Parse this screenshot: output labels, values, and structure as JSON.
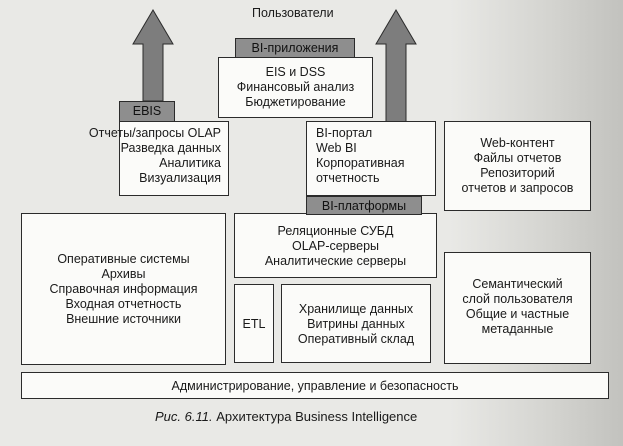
{
  "top_label": "Пользователи",
  "apps": {
    "tag": "BI-приложения",
    "lines": [
      "EIS и DSS",
      "Финансовый анализ",
      "Бюджетирование"
    ]
  },
  "ebis": {
    "tag": "EBIS",
    "lines": [
      "Отчеты/запросы OLAP",
      "Разведка данных",
      "Аналитика",
      "Визуализация"
    ]
  },
  "portal": {
    "lines": [
      "BI-портал",
      "Web BI",
      "Корпоративная",
      "отчетность"
    ]
  },
  "web_content": {
    "lines": [
      "Web-контент",
      "Файлы отчетов",
      "Репозиторий",
      "отчетов и запросов"
    ]
  },
  "platforms": {
    "tag": "BI-платформы",
    "lines": [
      "Реляционные СУБД",
      "OLAP-серверы",
      "Аналитические серверы"
    ]
  },
  "sources": {
    "lines": [
      "Оперативные системы",
      "Архивы",
      "Справочная информация",
      "Входная отчетность",
      "Внешние источники"
    ]
  },
  "etl": {
    "label": "ETL"
  },
  "storage": {
    "lines": [
      "Хранилище данных",
      "Витрины данных",
      "Оперативный склад"
    ]
  },
  "semantic": {
    "lines": [
      "Семантический",
      "слой пользователя",
      "Общие и частные",
      "метаданные"
    ]
  },
  "admin": {
    "label": "Администрирование, управление и безопасность"
  },
  "caption": {
    "figure": "Рис. 6.11.",
    "title": "Архитектура Business Intelligence"
  },
  "colors": {
    "tag_fill": "#8e8e8e",
    "arrow_fill": "#7d7d7d",
    "border": "#2b2b2b"
  }
}
